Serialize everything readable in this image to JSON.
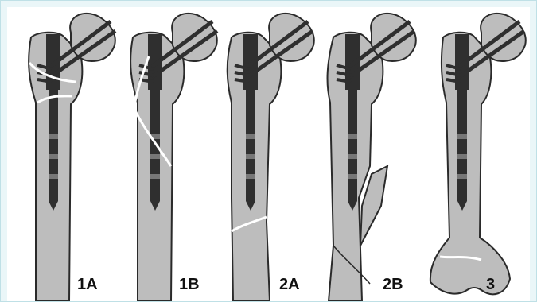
{
  "figure": {
    "labels": [
      "1A",
      "1B",
      "2A",
      "2B",
      "3"
    ],
    "colors": {
      "bone_fill": "#bdbdbd",
      "bone_stroke": "#2a2a2a",
      "implant": "#2f2f2f",
      "frame_bg": "#eaf6f8",
      "frame_border": "#bfe0e6",
      "fracture_line": "#ffffff"
    }
  }
}
